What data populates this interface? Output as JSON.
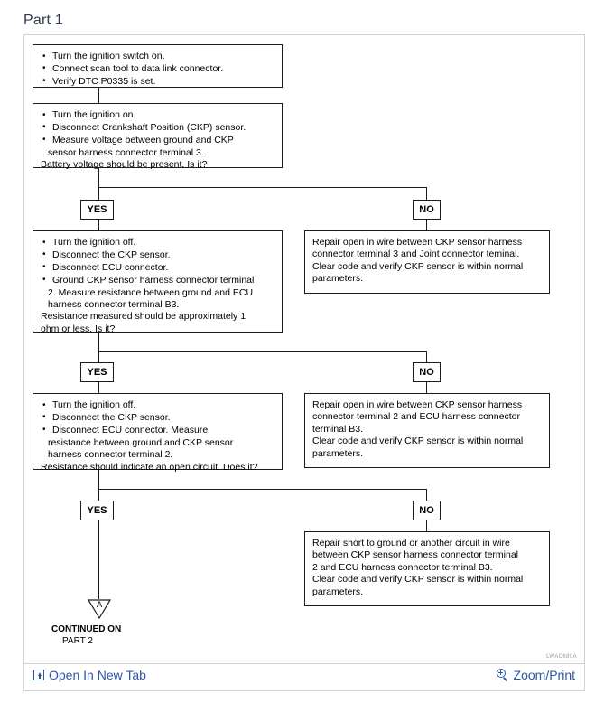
{
  "page_title": "Part 1",
  "figure_code": "LWAC680A",
  "flow": {
    "step1": {
      "bullets": [
        "Turn the ignition switch on.",
        "Connect scan tool to data link connector.",
        " Verify DTC P0335 is set."
      ],
      "tail": ""
    },
    "step2": {
      "bullets": [
        "Turn the ignition on.",
        "Disconnect Crankshaft Position (CKP) sensor.",
        "Measure voltage between ground and CKP"
      ],
      "cont": "sensor harness connector terminal 3.",
      "tail": "Battery voltage should be present. Is it?"
    },
    "step3": {
      "bullets": [
        "Turn the ignition off.",
        "Disconnect the CKP sensor.",
        "Disconnect ECU connector.",
        "Ground CKP sensor harness connector terminal"
      ],
      "cont1": "2. Measure resistance between ground and ECU",
      "cont2": "harness connector terminal B3.",
      "tail1": "Resistance measured should be approximately 1",
      "tail2": "ohm or less. Is it?"
    },
    "step4": {
      "bullets": [
        "Turn the ignition off.",
        "Disconnect the CKP sensor.",
        "Disconnect ECU connector. Measure"
      ],
      "cont1": "resistance between ground and CKP sensor",
      "cont2": "harness connector terminal 2.",
      "tail": "Resistance should indicate an open circuit. Does it?"
    },
    "result1": {
      "lines": [
        "Repair open in wire between CKP sensor harness",
        "connector terminal 3 and Joint connector teminal.",
        "Clear code and verify CKP sensor is within normal",
        "parameters."
      ]
    },
    "result2": {
      "lines": [
        "Repair open in wire between CKP sensor harness",
        "connector terminal 2 and ECU harness connector",
        "terminal B3.",
        "Clear code and verify CKP sensor is within normal",
        "parameters."
      ]
    },
    "result3": {
      "lines": [
        "Repair short to ground or another circuit in wire",
        "between CKP sensor harness connector terminal",
        "2 and ECU harness connector terminal B3.",
        "Clear code and verify CKP sensor is within normal",
        "parameters."
      ]
    },
    "branches": {
      "yes_label": "YES",
      "no_label": "NO"
    },
    "continue": {
      "marker_label": "A",
      "line1": "CONTINUED ON",
      "line2": "PART 2"
    }
  },
  "toolbar": {
    "open_in_new_tab": "Open In New Tab",
    "zoom_print": "Zoom/Print"
  },
  "colors": {
    "link": "#2c57a8",
    "title": "#2d3a50",
    "line": "#1c1c1c",
    "panel_border": "#cfcfcf"
  }
}
